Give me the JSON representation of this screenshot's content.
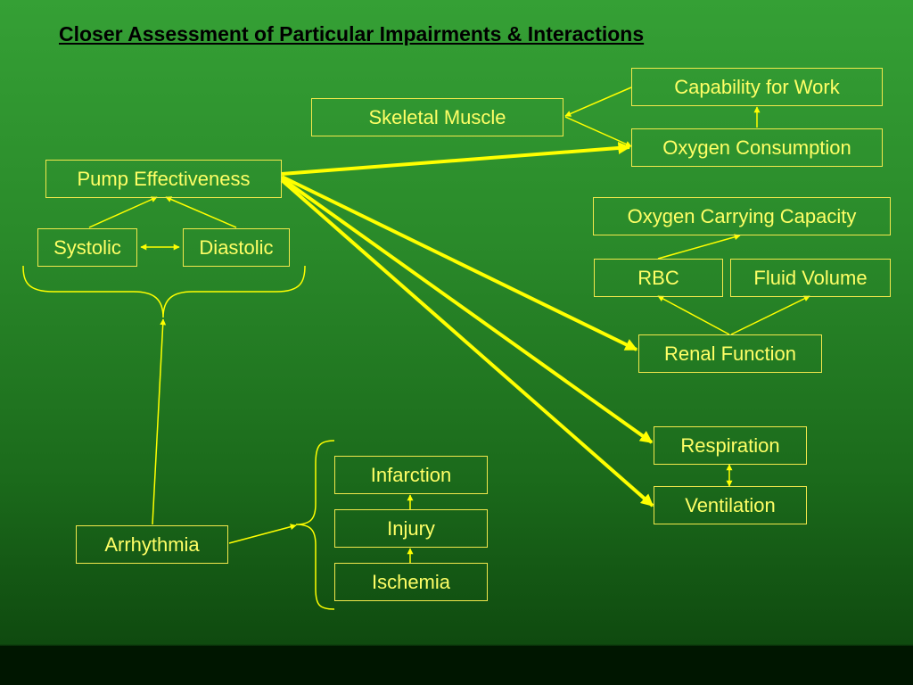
{
  "title": "Closer Assessment of Particular Impairments & Interactions",
  "colors": {
    "line": "#ffff00",
    "text": "#ffff66",
    "border": "#f2e84c"
  },
  "nodes": {
    "capability_for_work": "Capability for Work",
    "skeletal_muscle": "Skeletal Muscle",
    "oxygen_consumption": "Oxygen Consumption",
    "pump_effectiveness": "Pump Effectiveness",
    "oxygen_carrying_capacity": "Oxygen Carrying Capacity",
    "systolic": "Systolic",
    "diastolic": "Diastolic",
    "rbc": "RBC",
    "fluid_volume": "Fluid Volume",
    "renal_function": "Renal Function",
    "respiration": "Respiration",
    "ventilation": "Ventilation",
    "infarction": "Infarction",
    "injury": "Injury",
    "ischemia": "Ischemia",
    "arrhythmia": "Arrhythmia"
  }
}
